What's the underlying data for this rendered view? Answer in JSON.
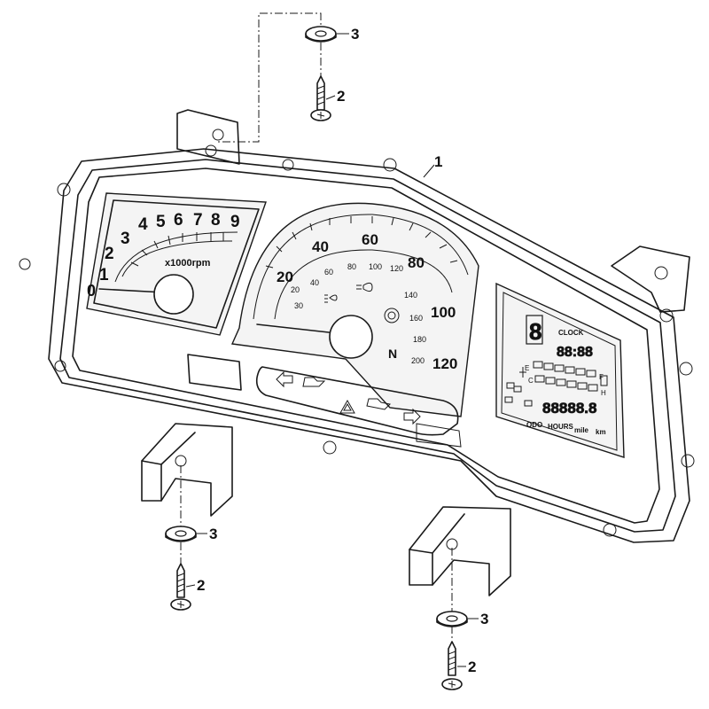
{
  "callouts": [
    {
      "id": "1",
      "label": "1"
    },
    {
      "id": "2a",
      "label": "2"
    },
    {
      "id": "2b",
      "label": "2"
    },
    {
      "id": "2c",
      "label": "2"
    },
    {
      "id": "3a",
      "label": "3"
    },
    {
      "id": "3b",
      "label": "3"
    },
    {
      "id": "3c",
      "label": "3"
    }
  ],
  "tachometer": {
    "numbers": [
      "1",
      "2",
      "3",
      "4",
      "5",
      "6",
      "7",
      "8",
      "9"
    ],
    "zero": "0",
    "unit": "x1000rpm"
  },
  "speedometer": {
    "outer": [
      "20",
      "40",
      "60",
      "80",
      "100",
      "120"
    ],
    "inner": [
      "20",
      "40",
      "60",
      "80",
      "100",
      "120",
      "140",
      "160",
      "180",
      "200"
    ],
    "inner_extra": "30",
    "gear_indicator": "N"
  },
  "lcd": {
    "clock_label": "CLOCK",
    "clock_value": "88:88",
    "gear_digit": "8",
    "fuel_empty": "E",
    "fuel_full": "F",
    "temp_cold": "C",
    "temp_hot": "H",
    "odometer": "88888.8",
    "odo_label": "ODO",
    "hours_label": "HOURS",
    "unit_mile": "mile",
    "unit_km": "km"
  }
}
